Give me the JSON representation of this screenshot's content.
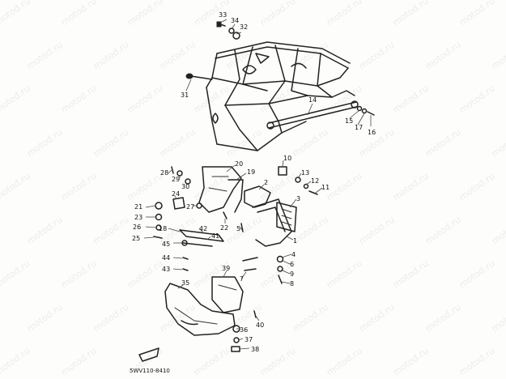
{
  "watermark": "motod.ru",
  "diagram_code": "5WV110-8410",
  "callouts": [
    {
      "id": "33",
      "label": "33"
    },
    {
      "id": "34",
      "label": "34"
    },
    {
      "id": "32",
      "label": "32"
    },
    {
      "id": "31",
      "label": "31"
    },
    {
      "id": "14",
      "label": "14"
    },
    {
      "id": "15",
      "label": "15"
    },
    {
      "id": "16",
      "label": "16"
    },
    {
      "id": "17",
      "label": "17"
    },
    {
      "id": "28",
      "label": "28"
    },
    {
      "id": "29",
      "label": "29"
    },
    {
      "id": "30",
      "label": "30"
    },
    {
      "id": "20",
      "label": "20"
    },
    {
      "id": "19",
      "label": "19"
    },
    {
      "id": "10",
      "label": "10"
    },
    {
      "id": "13",
      "label": "13"
    },
    {
      "id": "12",
      "label": "12"
    },
    {
      "id": "11",
      "label": "11"
    },
    {
      "id": "24",
      "label": "24"
    },
    {
      "id": "2",
      "label": "2"
    },
    {
      "id": "21",
      "label": "21"
    },
    {
      "id": "27",
      "label": "27"
    },
    {
      "id": "3",
      "label": "3"
    },
    {
      "id": "23",
      "label": "23"
    },
    {
      "id": "26",
      "label": "26"
    },
    {
      "id": "22",
      "label": "22"
    },
    {
      "id": "18",
      "label": "18"
    },
    {
      "id": "42",
      "label": "42"
    },
    {
      "id": "5",
      "label": "5"
    },
    {
      "id": "25",
      "label": "25"
    },
    {
      "id": "41",
      "label": "41"
    },
    {
      "id": "45",
      "label": "45"
    },
    {
      "id": "1",
      "label": "1"
    },
    {
      "id": "4",
      "label": "4"
    },
    {
      "id": "44",
      "label": "44"
    },
    {
      "id": "6",
      "label": "6"
    },
    {
      "id": "43",
      "label": "43"
    },
    {
      "id": "39",
      "label": "39"
    },
    {
      "id": "9",
      "label": "9"
    },
    {
      "id": "8",
      "label": "8"
    },
    {
      "id": "35",
      "label": "35"
    },
    {
      "id": "7",
      "label": "7"
    },
    {
      "id": "40",
      "label": "40"
    },
    {
      "id": "36",
      "label": "36"
    },
    {
      "id": "37",
      "label": "37"
    },
    {
      "id": "38",
      "label": "38"
    }
  ]
}
